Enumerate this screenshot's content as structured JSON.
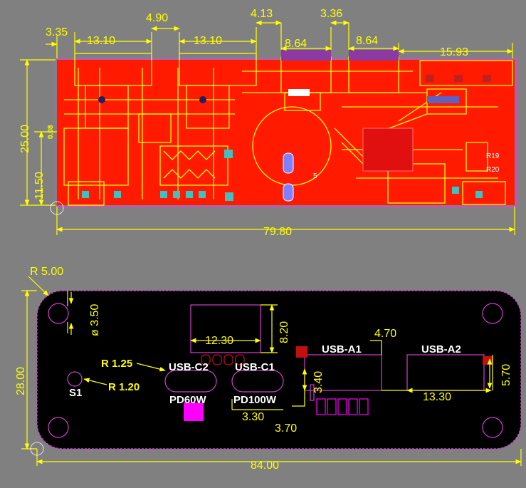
{
  "top_board": {
    "dims": {
      "d335": "3.35",
      "d1310a": "13.10",
      "d490": "4.90",
      "d1310b": "13.10",
      "d413": "4.13",
      "d336": "3.36",
      "d864a": "8.64",
      "d864b": "8.64",
      "d1593": "15.93",
      "d2500": "25.00",
      "d1150": "11.50",
      "d008": "0.08",
      "d7980": "79.80"
    },
    "refdes": {
      "r19": "R19",
      "r20": "R20",
      "five": "5"
    },
    "colors": {
      "copper": "#ff1a00",
      "silk": "#ffff00",
      "outline": "#e040e0"
    }
  },
  "bottom_board": {
    "dims": {
      "r500": "R 5.00",
      "dia350": "ø 3.50",
      "d2800": "28.00",
      "d8400": "84.00",
      "d1230": "12.30",
      "d820": "8.20",
      "d470": "4.70",
      "d570": "5.70",
      "d1330": "13.30",
      "d340": "3.40",
      "d330": "3.30",
      "d370": "3.70",
      "r125": "R 1.25",
      "r120": "R 1.20"
    },
    "labels": {
      "usbc2": "USB-C2",
      "usbc1": "USB-C1",
      "usba1": "USB-A1",
      "usba2": "USB-A2",
      "pd60": "PD60W",
      "pd100": "PD100W",
      "s1": "S1"
    },
    "colors": {
      "board": "#000000",
      "outline": "#d040d0",
      "silk": "#ffff00",
      "pad": "#ff00ff",
      "keepout": "#c01010"
    }
  }
}
